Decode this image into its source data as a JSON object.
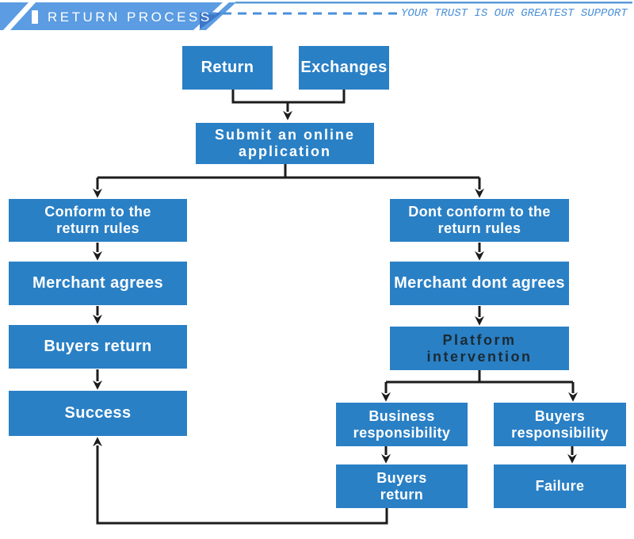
{
  "header": {
    "title": "RETURN PROCESS",
    "tagline": "YOUR TRUST IS OUR GREATEST SUPPORT"
  },
  "theme": {
    "banner-blue": "#5b9ce2",
    "fold-blue": "#3e76c9",
    "accent-blue": "#4a90d8",
    "box-blue": "#2a80c5",
    "box-text": "#ffffff",
    "platform-text": "#1b2a33",
    "line-color": "#1c1c1c"
  },
  "flowchart": {
    "nodes": {
      "return": {
        "lines": [
          "Return"
        ]
      },
      "exchanges": {
        "lines": [
          "Exchanges"
        ]
      },
      "submit": {
        "lines": [
          "Submit an online",
          "application"
        ]
      },
      "conform": {
        "lines": [
          "Conform to the",
          "return rules"
        ]
      },
      "dont_conform": {
        "lines": [
          "Dont conform to the",
          "return rules"
        ]
      },
      "merchant_agrees": {
        "lines": [
          "Merchant agrees"
        ]
      },
      "merchant_dont_agrees": {
        "lines": [
          "Merchant dont agrees"
        ]
      },
      "buyers_return_left": {
        "lines": [
          "Buyers return"
        ]
      },
      "platform": {
        "lines": [
          "Platform",
          "intervention"
        ]
      },
      "success": {
        "lines": [
          "Success"
        ]
      },
      "business_responsibility": {
        "lines": [
          "Business",
          "responsibility"
        ]
      },
      "buyers_responsibility": {
        "lines": [
          "Buyers",
          "responsibility"
        ]
      },
      "buyers_return_right": {
        "lines": [
          "Buyers",
          "return"
        ]
      },
      "failure": {
        "lines": [
          "Failure"
        ]
      }
    }
  }
}
